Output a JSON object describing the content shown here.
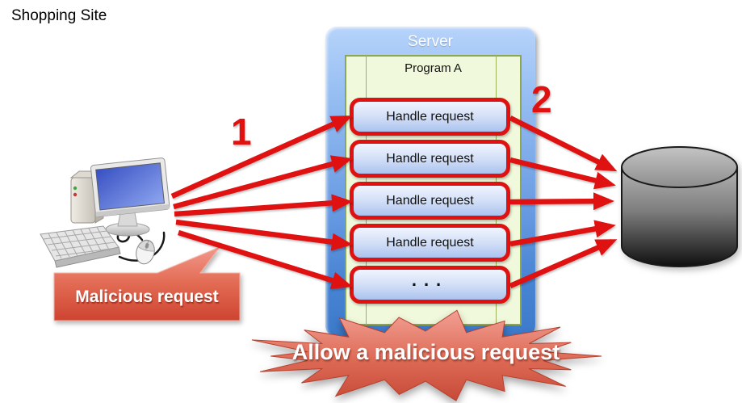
{
  "title": "Shopping Site",
  "client": {
    "illustration_icon": "desktop-computer-icon",
    "callout_label": "Malicious request"
  },
  "server": {
    "label": "Server",
    "program_label": "Program A",
    "handlers": [
      "Handle request",
      "Handle request",
      "Handle request",
      "Handle request",
      "..."
    ]
  },
  "database": {
    "icon": "database-cylinder-icon"
  },
  "steps": {
    "one": "1",
    "two": "2"
  },
  "burst": {
    "label": "Allow a malicious request"
  },
  "colors": {
    "arrow_red": "#e01111",
    "server_blue": "#5b93dc",
    "panel_green": "#f1f9dc",
    "handler_blue": "#c3d5f4",
    "burst_red": "#d0503c"
  }
}
